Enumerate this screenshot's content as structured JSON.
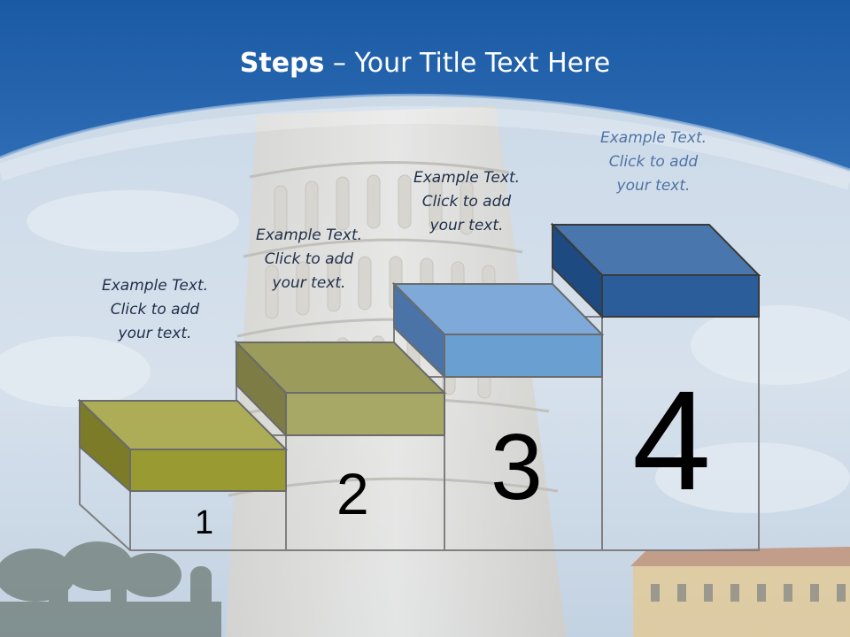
{
  "slide": {
    "title_bold": "Steps",
    "title_rest": " – Your Title Text Here",
    "steps": [
      {
        "number": "1",
        "caption": "Example Text.\nClick  to add\nyour text."
      },
      {
        "number": "2",
        "caption": "Example Text.\nClick  to add\nyour text."
      },
      {
        "number": "3",
        "caption": "Example Text.\nClick  to add\nyour text."
      },
      {
        "number": "4",
        "caption": "Example Text.\nClick  to add\nyour text."
      }
    ]
  },
  "colors": {
    "header_blue": "#1f5fa8",
    "step1_front": "#9a9a33",
    "step1_top": "#adad57",
    "step1_side": "#7b7b28",
    "step2_front": "#a8a866",
    "step2_top": "#9b9b5c",
    "step2_side": "#7c7c44",
    "step3_front": "#6a9fd2",
    "step3_top": "#7ea9d8",
    "step3_side": "#4a73a8",
    "step4_front": "#2a5d9a",
    "step4_top": "#4876ad",
    "step4_side": "#1e4a82"
  }
}
